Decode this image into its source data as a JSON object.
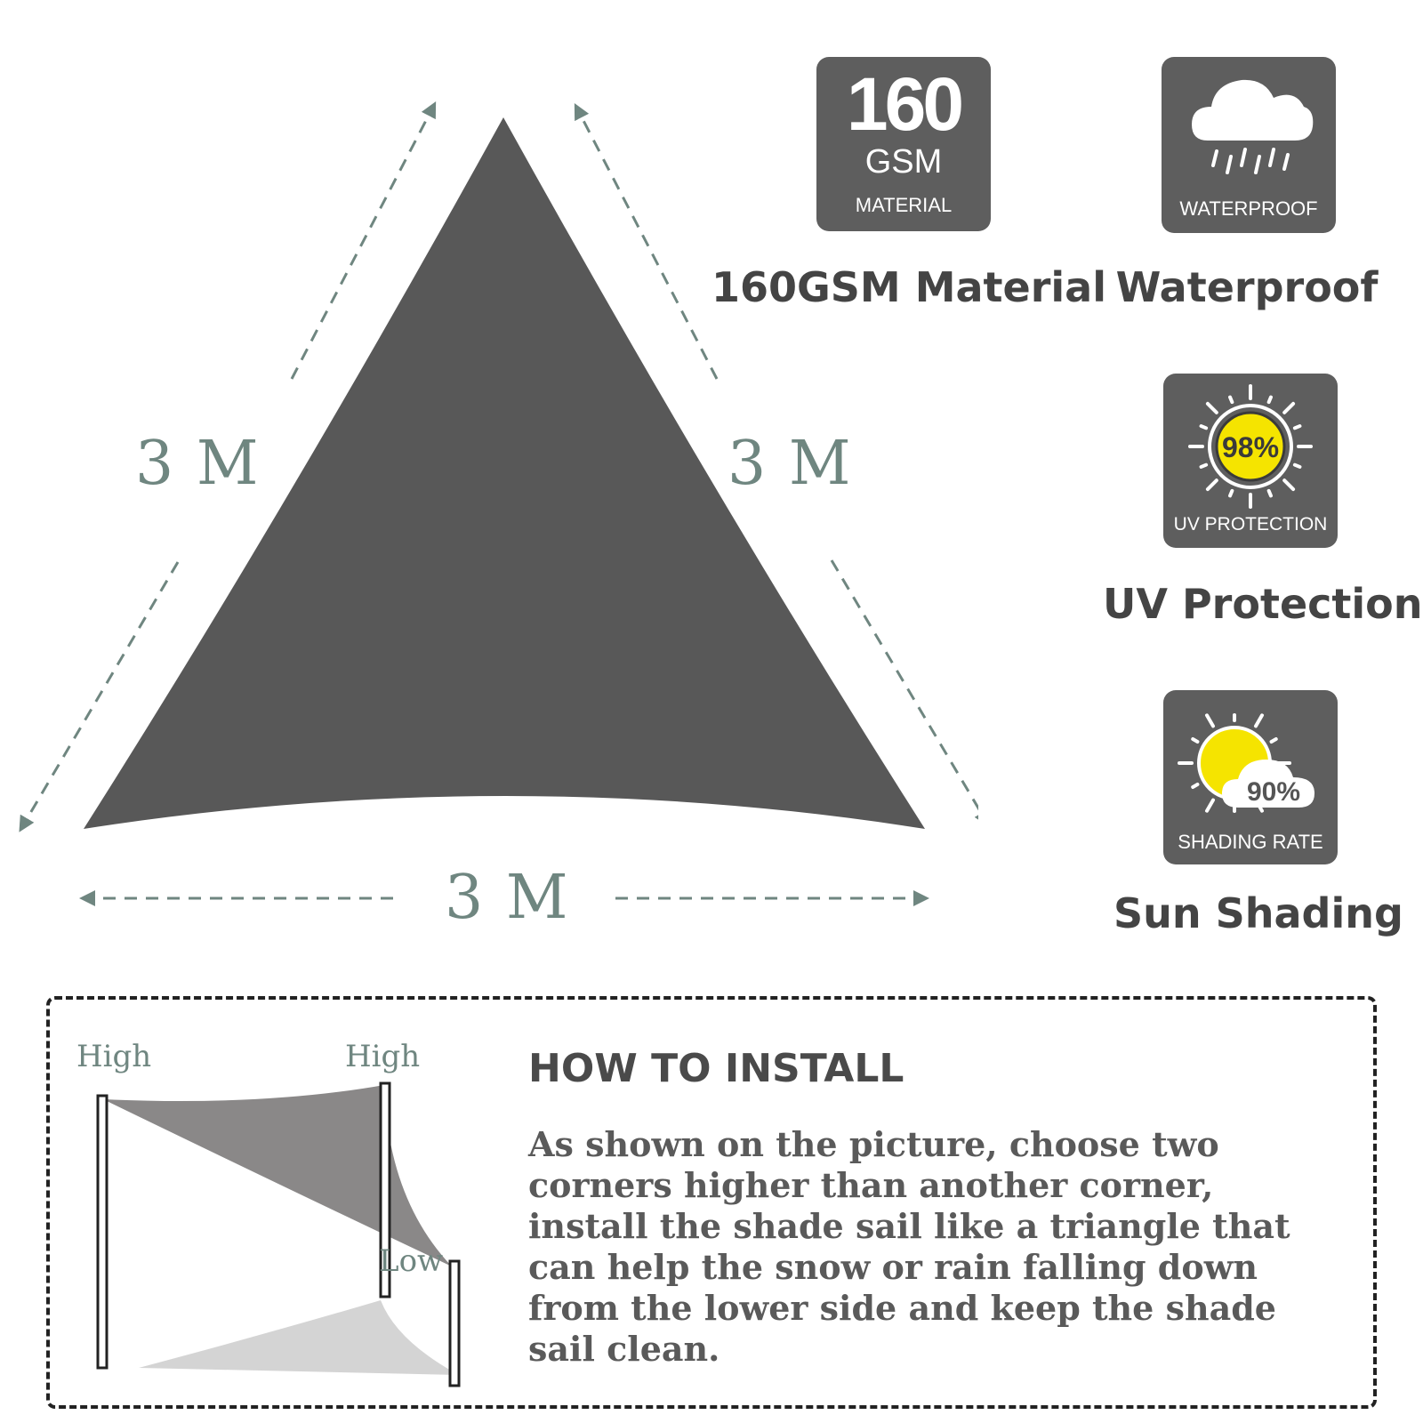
{
  "dimensions": {
    "left_side": "3 M",
    "right_side": "3 M",
    "bottom_side": "3 M"
  },
  "colors": {
    "sail": "#585858",
    "arrow": "#6f8680",
    "badge_bg": "#5e5e5e",
    "uv_yellow": "#f5e400",
    "title_text": "#444444"
  },
  "features": [
    {
      "icon": "gsm-icon",
      "number": "160",
      "unit": "GSM",
      "caption": "MATERIAL",
      "title": "160GSM Material"
    },
    {
      "icon": "rain-cloud-icon",
      "caption": "WATERPROOF",
      "title": "Waterproof"
    },
    {
      "icon": "sun-icon",
      "value": "98%",
      "caption": "UV PROTECTION",
      "title": "UV Protection"
    },
    {
      "icon": "sun-cloud-icon",
      "value": "90%",
      "caption": "SHADING RATE",
      "title": "Sun Shading"
    }
  ],
  "install": {
    "heading": "HOW TO INSTALL",
    "body": "As shown on the picture, choose two corners higher than another corner, install the shade sail like a triangle that can help the snow or rain falling down from the lower side and keep the shade sail clean.",
    "labels": {
      "high_left": "High",
      "high_right": "High",
      "low": "Low"
    }
  }
}
